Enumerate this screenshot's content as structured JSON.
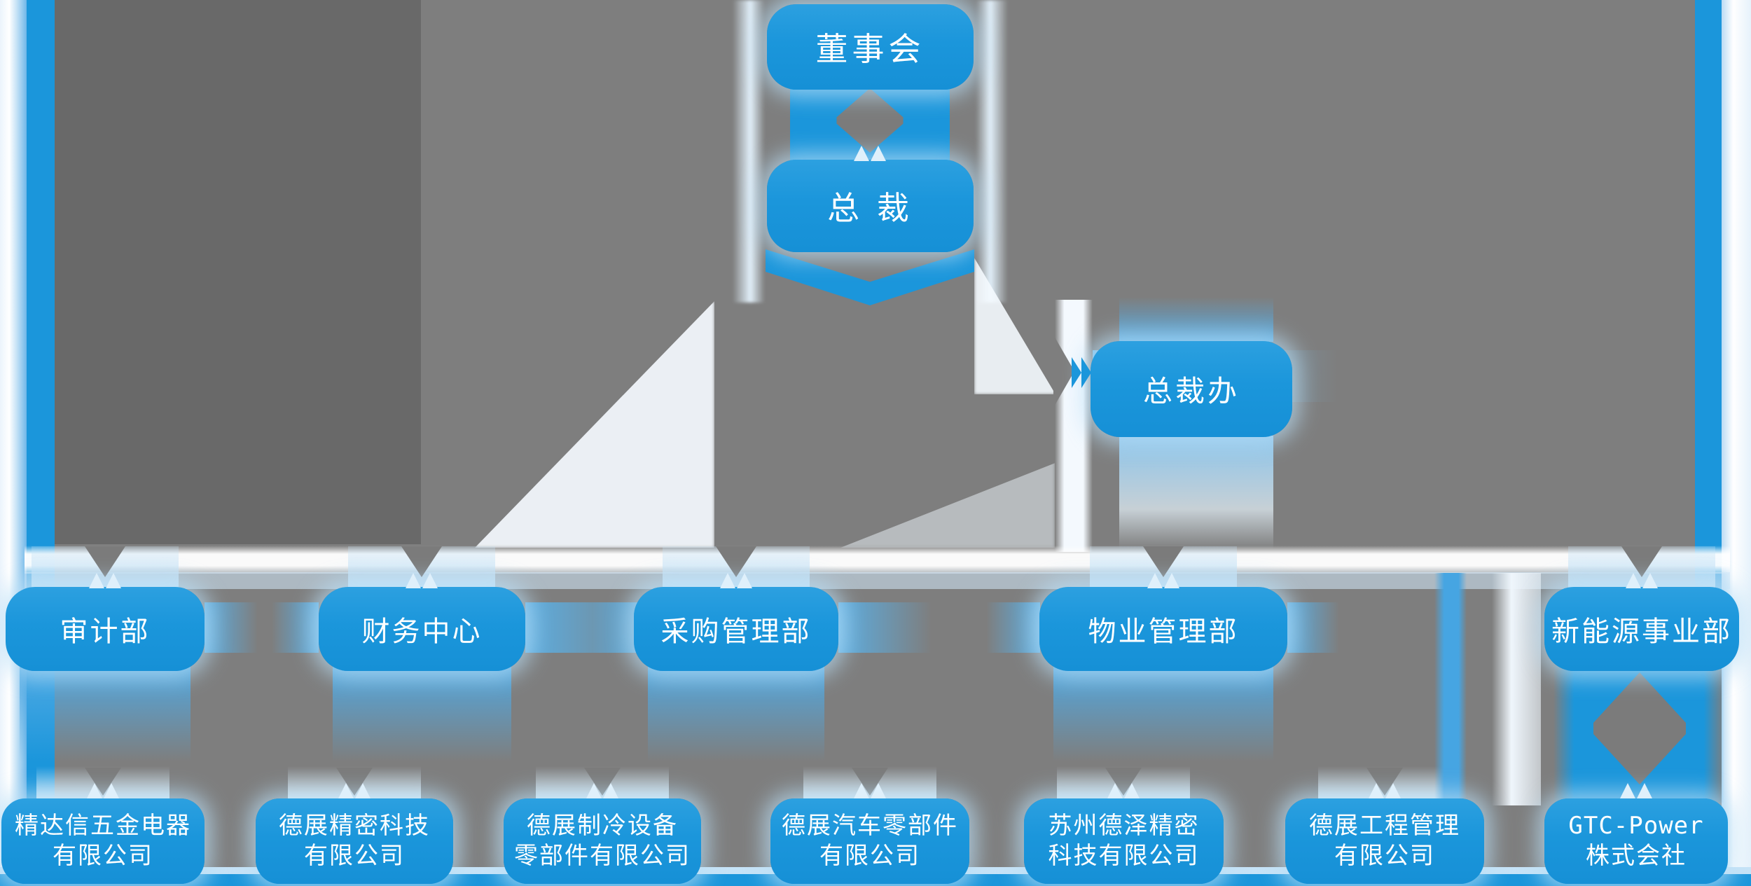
{
  "palette": {
    "node_blue": "#1B96DB",
    "node_blue_light": "#2CA0E0",
    "glow_blue": "#CFE8F8",
    "band_white": "#F4F9FE",
    "background_gray": "#7E7E7E",
    "panel_dark_gray": "#696969",
    "connector_gray": "#7B7B7B",
    "text_white": "#FFFFFF"
  },
  "nodes": {
    "board": {
      "label": "董事会"
    },
    "president": {
      "label": "总 裁"
    },
    "office": {
      "label": "总裁办"
    }
  },
  "departments": [
    {
      "label": "审计部"
    },
    {
      "label": "财务中心"
    },
    {
      "label": "采购管理部"
    },
    {
      "label": "物业管理部"
    },
    {
      "label": "新能源事业部"
    }
  ],
  "companies": [
    {
      "line1": "精达信五金电器",
      "line2": "有限公司"
    },
    {
      "line1": "德展精密科技",
      "line2": "有限公司"
    },
    {
      "line1": "德展制冷设备",
      "line2": "零部件有限公司"
    },
    {
      "line1": "德展汽车零部件",
      "line2": "有限公司"
    },
    {
      "line1": "苏州德泽精密",
      "line2": "科技有限公司"
    },
    {
      "line1": "德展工程管理",
      "line2": "有限公司"
    },
    {
      "line1": "GTC-Power",
      "line2": "株式会社"
    }
  ],
  "icons": {
    "diamond_connector": "diamond-arrow",
    "notch_connector": "arrow-notch",
    "chevron": "chevron-right"
  }
}
